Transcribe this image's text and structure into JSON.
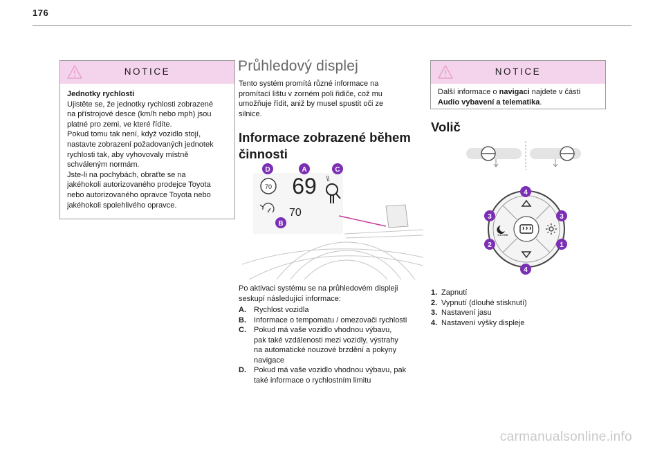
{
  "page_number": "176",
  "notice_left": {
    "title": "NOTICE",
    "heading": "Jednotky rychlosti",
    "lines": [
      "Ujistěte se, že jednotky rychlosti zobrazené",
      "na přístrojové desce (km/h nebo mph) jsou",
      "platné pro zemi, ve které řídíte.",
      "Pokud tomu tak není, když vozidlo stojí,",
      "nastavte zobrazení požadovaných jednotek",
      "rychlosti tak, aby vyhovovaly místně",
      "schváleným normám.",
      "Jste-li na pochybách, obraťte se na",
      "jakéhokoli autorizovaného prodejce Toyota",
      "nebo autorizovaného opravce Toyota nebo",
      "jakéhokoli spolehlivého opravce."
    ]
  },
  "middle": {
    "title": "Průhledový displej",
    "intro_lines": [
      "Tento systém promítá různé informace na",
      "promítací lištu v zorném poli řidiče, což mu",
      "umožňuje řídit, aniž by musel spustit oči ze",
      "silnice."
    ],
    "section_title_line1": "Informace zobrazené během",
    "section_title_line2": "činnosti",
    "figure": {
      "labels": [
        "D",
        "A",
        "C",
        "B"
      ],
      "speed_limit": "70",
      "current_speed": "69",
      "cruise_speed": "70"
    },
    "after_lines": [
      "Po aktivaci systému se na průhledovém displeji",
      "seskupí následující informace:"
    ],
    "items": [
      {
        "key": "A.",
        "lines": [
          "Rychlost vozidla"
        ]
      },
      {
        "key": "B.",
        "lines": [
          "Informace o tempomatu / omezovači rychlosti"
        ]
      },
      {
        "key": "C.",
        "lines": [
          "Pokud má vaše vozidlo vhodnou výbavu,",
          "pak také vzdálenosti mezi vozidly, výstrahy",
          "na automatické nouzové brzdění a pokyny",
          "navigace"
        ]
      },
      {
        "key": "D.",
        "lines": [
          "Pokud má vaše vozidlo vhodnou výbavu, pak",
          "také informace o rychlostním limitu"
        ]
      }
    ]
  },
  "notice_right": {
    "title": "NOTICE",
    "text_before": "Další informace o ",
    "bold_1": "navigaci",
    "text_middle": " najdete v části",
    "bold_2": "Audio vybavení a telematika",
    "text_after": "."
  },
  "right": {
    "title": "Volič",
    "figure": {
      "callouts": [
        "4",
        "3",
        "3",
        "2",
        "1",
        "4"
      ],
      "close_label": "CLOSE"
    },
    "items": [
      {
        "key": "1.",
        "text": "Zapnutí"
      },
      {
        "key": "2.",
        "text": "Vypnutí (dlouhé stisknutí)"
      },
      {
        "key": "3.",
        "text": "Nastavení jasu"
      },
      {
        "key": "4.",
        "text": "Nastavení výšky displeje"
      }
    ]
  },
  "footer": "carmanualsonline.info",
  "colors": {
    "notice_header": "#f4d4ec",
    "callout": "#7b2fb5",
    "rule": "#9a9a9a",
    "warning_icon": "#e9a0cf"
  }
}
